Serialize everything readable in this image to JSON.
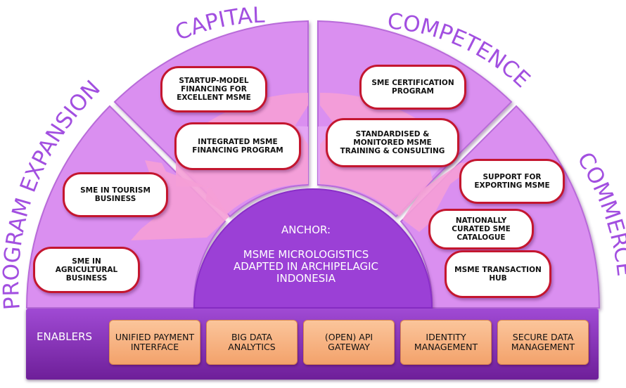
{
  "segments": {
    "capital": "CAPITAL",
    "competence": "COMPETENCE",
    "program_expansion": "PROGRAM EXPANSION",
    "commerce": "COMMERCE"
  },
  "initiatives": {
    "startup_financing": "STARTUP-MODEL FINANCING FOR EXCELLENT MSME",
    "integrated_financing": "INTEGRATED MSME FINANCING PROGRAM",
    "certification": "SME CERTIFICATION PROGRAM",
    "training": "STANDARDISED & MONITORED MSME TRAINING & CONSULTING",
    "tourism": "SME IN TOURISM BUSINESS",
    "agricultural": "SME IN AGRICULTURAL BUSINESS",
    "exporting": "SUPPORT FOR EXPORTING MSME",
    "catalogue": "NATIONALLY CURATED SME CATALOGUE",
    "transaction_hub": "MSME TRANSACTION HUB"
  },
  "anchor": {
    "label": "ANCHOR:",
    "text": "MSME MICROLOGISTICS ADAPTED IN ARCHIPELAGIC INDONESIA"
  },
  "enablers": {
    "label": "ENABLERS",
    "items": [
      "UNIFIED PAYMENT INTERFACE",
      "BIG DATA ANALYTICS",
      "(OPEN) API GATEWAY",
      "IDENTITY MANAGEMENT",
      "SECURE DATA MANAGEMENT"
    ]
  },
  "colors": {
    "segment_fill": "#da8ff0",
    "segment_edge": "#c070e0",
    "anchor_fill": "#9b3fd6",
    "pill_border": "#c4162f",
    "arrow": "#f59fd6",
    "title_text": "#a24fe0",
    "enabler_box": "#f7b083",
    "enabler_bar": "#8a35bd"
  }
}
